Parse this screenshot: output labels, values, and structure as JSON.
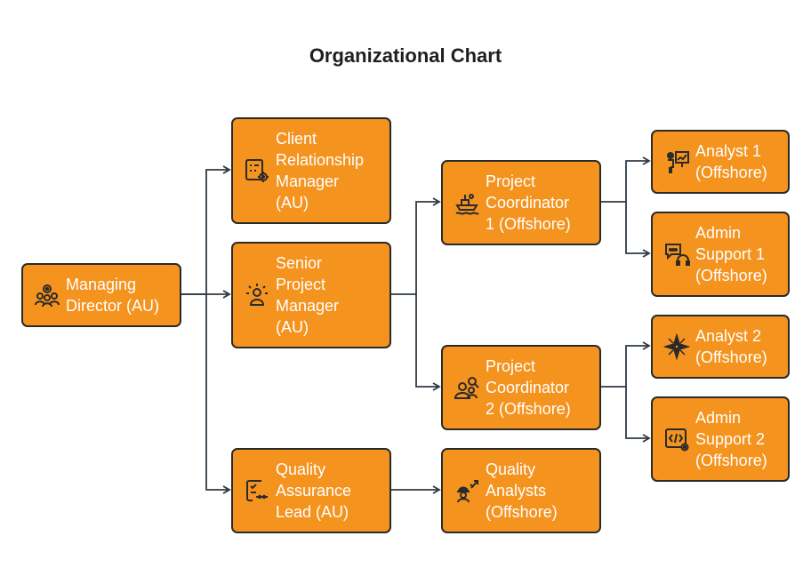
{
  "title": "Organizational Chart",
  "colors": {
    "node_fill": "#f5931f",
    "node_border": "#2a2a2a",
    "edge": "#2f3b46",
    "text": "#ffffff"
  },
  "nodes": {
    "managing_director": {
      "label": "Managing\nDirector (AU)",
      "icon": "team-gear-icon"
    },
    "client_relationship_manager": {
      "label": "Client\nRelationship\nManager\n(AU)",
      "icon": "checklist-gear-icon"
    },
    "senior_project_manager": {
      "label": "Senior\nProject\nManager\n(AU)",
      "icon": "person-spotlight-icon"
    },
    "quality_assurance_lead": {
      "label": "Quality\nAssurance\nLead (AU)",
      "icon": "checklist-icon"
    },
    "project_coordinator_1": {
      "label": "Project\nCoordinator\n1 (Offshore)",
      "icon": "ship-icon"
    },
    "project_coordinator_2": {
      "label": "Project\nCoordinator\n2 (Offshore)",
      "icon": "user-search-icon"
    },
    "quality_analysts": {
      "label": "Quality\nAnalysts\n(Offshore)",
      "icon": "worker-rocket-icon"
    },
    "analyst_1": {
      "label": "Analyst 1\n(Offshore)",
      "icon": "presenter-chart-icon"
    },
    "admin_support_1": {
      "label": "Admin\nSupport 1\n(Offshore)",
      "icon": "chat-headset-icon"
    },
    "analyst_2": {
      "label": "Analyst 2\n(Offshore)",
      "icon": "compass-star-icon"
    },
    "admin_support_2": {
      "label": "Admin\nSupport 2\n(Offshore)",
      "icon": "code-gear-icon"
    }
  }
}
